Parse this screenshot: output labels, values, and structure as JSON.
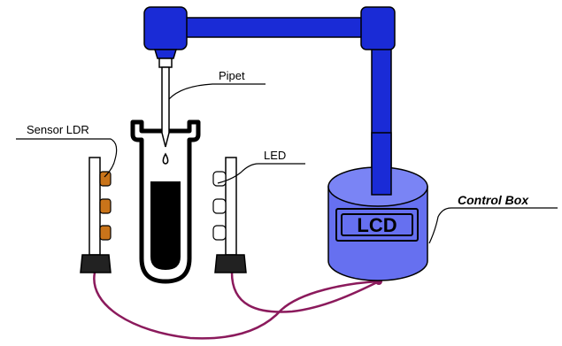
{
  "labels": {
    "pipet": "Pipet",
    "sensor_ldr": "Sensor LDR",
    "led": "LED",
    "control_box": "Control Box",
    "lcd": "LCD"
  },
  "colors": {
    "frame_blue": "#1a2bd6",
    "box_blue": "#6670f0",
    "box_top": "#7a84f5",
    "cable": "#8b1a5c",
    "ldr_orange": "#c9741a",
    "sample_black": "#000000"
  }
}
